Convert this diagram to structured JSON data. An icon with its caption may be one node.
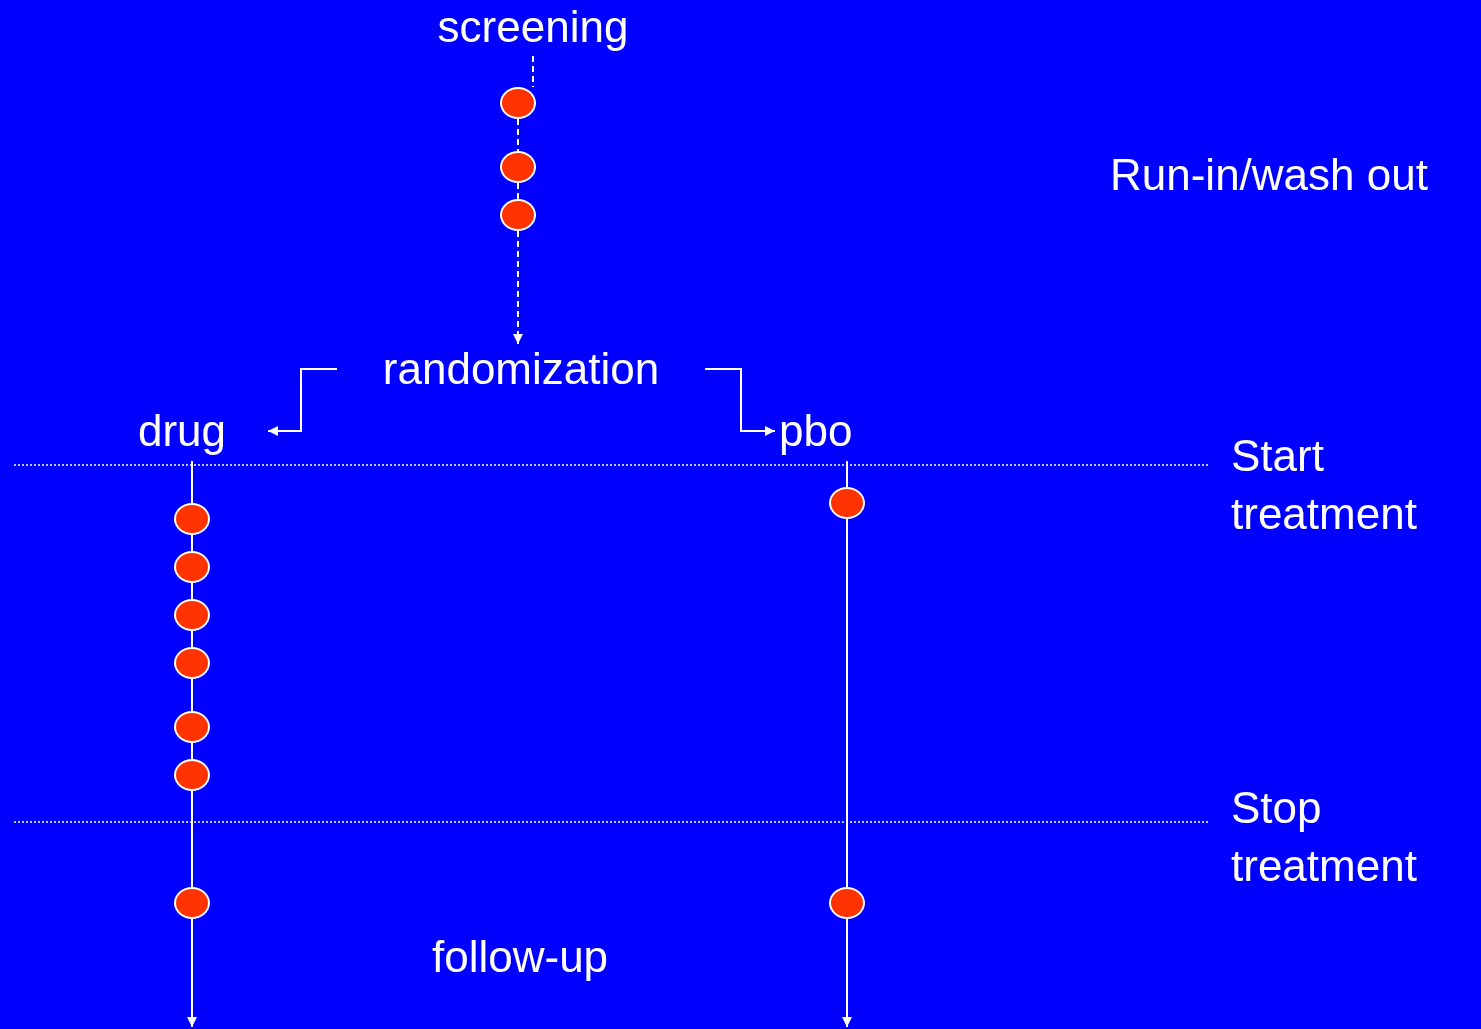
{
  "diagram": {
    "nodes": [
      {
        "text": [
          "screening"
        ]
      },
      {
        "text": [],
        "shape": "circle"
      },
      {
        "text": [],
        "shape": "circle"
      },
      {
        "text": [],
        "shape": "circle"
      },
      {
        "text": [
          "randomization"
        ]
      },
      {
        "text": [
          "drug"
        ]
      },
      {
        "text": [
          "pbo"
        ]
      },
      {
        "text": [],
        "shape": "circle"
      },
      {
        "text": [],
        "shape": "circle"
      },
      {
        "text": [],
        "shape": "circle"
      },
      {
        "text": [],
        "shape": "circle"
      },
      {
        "text": [],
        "shape": "circle"
      },
      {
        "text": [],
        "shape": "circle"
      },
      {
        "text": [],
        "shape": "circle"
      },
      {
        "text": [],
        "shape": "circle"
      },
      {
        "text": [],
        "shape": "circle"
      }
    ],
    "edges": [
      {
        "from": 0,
        "to": 1,
        "arrow": "none",
        "style": "dashed"
      },
      {
        "from": 1,
        "to": 2,
        "arrow": "none",
        "style": "dashed"
      },
      {
        "from": 2,
        "to": 3,
        "arrow": "none",
        "style": "dashed"
      },
      {
        "from": 3,
        "to": 4,
        "arrow": "to",
        "style": "dashed"
      },
      {
        "from": 4,
        "to": 5,
        "arrow": "to"
      },
      {
        "from": 4,
        "to": 6,
        "arrow": "to"
      },
      {
        "from": 5,
        "to": 7,
        "arrow": "none"
      },
      {
        "from": 7,
        "to": 8,
        "arrow": "none"
      },
      {
        "from": 8,
        "to": 9,
        "arrow": "none"
      },
      {
        "from": 9,
        "to": 10,
        "arrow": "none"
      },
      {
        "from": 10,
        "to": 11,
        "arrow": "none"
      },
      {
        "from": 11,
        "to": 12,
        "arrow": "none"
      },
      {
        "from": 12,
        "to": 13,
        "arrow": "none"
      },
      {
        "from": 13,
        "to": null,
        "arrow": "to"
      },
      {
        "from": 6,
        "to": 14,
        "arrow": "none"
      },
      {
        "from": 14,
        "to": 15,
        "arrow": "none"
      },
      {
        "from": 15,
        "to": null,
        "arrow": "to"
      }
    ],
    "labels": [
      "Run-in/wash out",
      "Start treatment",
      "Stop treatment",
      "follow-up"
    ]
  }
}
